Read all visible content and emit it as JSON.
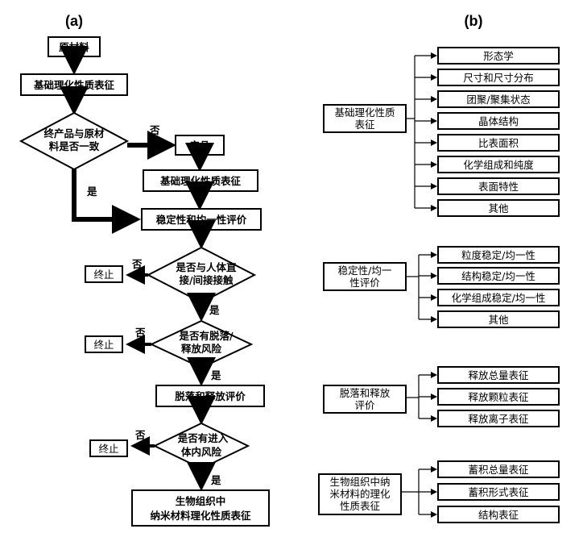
{
  "panel_a": {
    "label": "(a)",
    "raw_material": "原材料",
    "basic_char": "基础理化性质表征",
    "decision_consistent": [
      "终产品与原材",
      "料是否一致"
    ],
    "no": "否",
    "yes": "是",
    "product": "产品",
    "basic_char2": "基础理化性质表征",
    "stability_eval": "稳定性和均一性评价",
    "decision_contact": [
      "是否与人体直",
      "接/间接接触"
    ],
    "stop1": "终止",
    "no2": "否",
    "yes2": "是",
    "decision_release": [
      "是否有脱落/",
      "释放风险"
    ],
    "stop2": "终止",
    "no3": "否",
    "yes3": "是",
    "release_eval": "脱落和释放评价",
    "decision_enter": [
      "是否有进入",
      "体内风险"
    ],
    "stop3": "终止",
    "no4": "否",
    "yes4": "是",
    "final": [
      "生物组织中",
      "纳米材料理化性质表征"
    ]
  },
  "panel_b": {
    "label": "(b)",
    "groups": [
      {
        "title": [
          "基础理化性质",
          "表征"
        ],
        "items": [
          "形态学",
          "尺寸和尺寸分布",
          "团聚/聚集状态",
          "晶体结构",
          "比表面积",
          "化学组成和纯度",
          "表面特性",
          "其他"
        ]
      },
      {
        "title": [
          "稳定性/均一",
          "性评价"
        ],
        "items": [
          "粒度稳定/均一性",
          "结构稳定/均一性",
          "化学组成稳定/均一性",
          "其他"
        ]
      },
      {
        "title": [
          "脱落和释放",
          "评价"
        ],
        "items": [
          "释放总量表征",
          "释放颗粒表征",
          "释放离子表征"
        ]
      },
      {
        "title": [
          "生物组织中纳",
          "米材料的理化",
          "性质表征"
        ],
        "items": [
          "蓄积总量表征",
          "蓄积形式表征",
          "结构表征"
        ]
      }
    ]
  }
}
